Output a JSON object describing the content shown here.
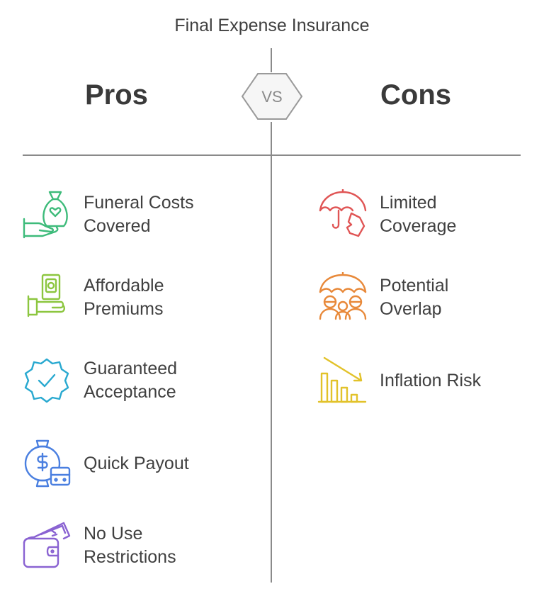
{
  "title": "Final Expense Insurance",
  "vs_label": "VS",
  "pros": {
    "heading": "Pros",
    "items": [
      {
        "line1": "Funeral Costs",
        "line2": "Covered",
        "icon": "money-bag-heart-hand-icon",
        "color": "#3dbb7a"
      },
      {
        "line1": "Affordable",
        "line2": "Premiums",
        "icon": "hand-with-cash-icon",
        "color": "#8cc63f"
      },
      {
        "line1": "Guaranteed",
        "line2": "Acceptance",
        "icon": "verified-badge-check-icon",
        "color": "#29a9d0"
      },
      {
        "line1": "Quick Payout",
        "line2": "",
        "icon": "dollar-clock-bus-icon",
        "color": "#4a7fe0"
      },
      {
        "line1": "No Use",
        "line2": "Restrictions",
        "icon": "wallet-cash-icon",
        "color": "#8a63d2"
      }
    ]
  },
  "cons": {
    "heading": "Cons",
    "items": [
      {
        "line1": "Limited",
        "line2": "Coverage",
        "icon": "umbrella-hand-icon",
        "color": "#e05555"
      },
      {
        "line1": "Potential",
        "line2": "Overlap",
        "icon": "umbrella-people-icon",
        "color": "#e8893a"
      },
      {
        "line1": "Inflation Risk",
        "line2": "",
        "icon": "declining-bars-icon",
        "color": "#e2c22a"
      }
    ]
  }
}
